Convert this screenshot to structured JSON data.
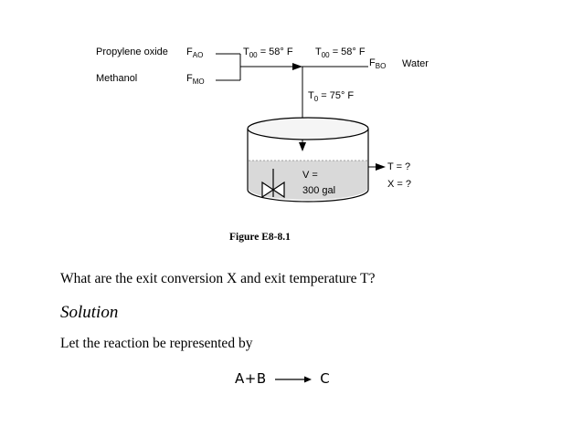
{
  "figure": {
    "label_propylene_oxide": "Propylene oxide",
    "label_methanol": "Methanol",
    "label_water": "Water",
    "fao_main": "F",
    "fao_sub": "AO",
    "fmo_main": "F",
    "fmo_sub": "MO",
    "fbo_main": "F",
    "fbo_sub": "BO",
    "t00_left_main": "T",
    "t00_left_sub": "00",
    "t00_left_val": " = 58° F",
    "t00_right_main": "T",
    "t00_right_sub": "00",
    "t00_right_val": " = 58° F",
    "t0_main": "T",
    "t0_sub": "0",
    "t0_val": " = 75° F",
    "volume_line1": "V =",
    "volume_line2": "300 gal",
    "exit_t": "T = ?",
    "exit_x": "X = ?",
    "caption": "Figure E8-8.1"
  },
  "text": {
    "question": "What are the exit conversion X  and exit temperature T?",
    "solution_heading": "Solution",
    "reaction_intro": "Let the reaction be represented by",
    "reaction_left": "A+B",
    "reaction_right": "C"
  }
}
